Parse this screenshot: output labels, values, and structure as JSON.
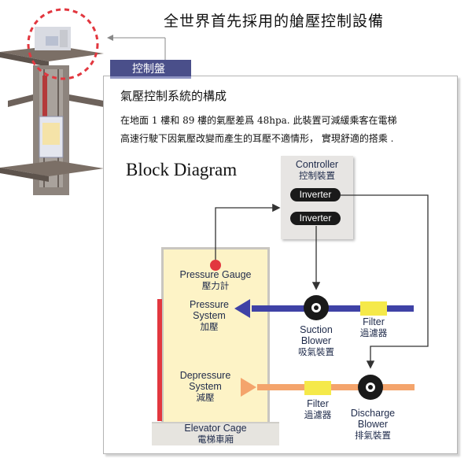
{
  "headline": "全世界首先採用的艙壓控制設備",
  "tag": "控制盤",
  "panel": {
    "title": "氣壓控制系統的構成",
    "description": [
      "在地面 1 樓和 89 樓的氣壓差爲 48hpa. 此裝置可減緩乘客在電梯",
      "高速行駛下因氣壓改變而產生的耳壓不適情形， 實現舒適的搭乘 ."
    ]
  },
  "diagram": {
    "title": "Block Diagram",
    "controller": {
      "en": "Controller",
      "cn": "控制裝置"
    },
    "inverters": [
      "Inverter",
      "Inverter"
    ],
    "pressure_gauge": {
      "en": "Pressure Gauge",
      "cn": "壓力計"
    },
    "pressure_system": {
      "en1": "Pressure",
      "en2": "System",
      "cn": "加壓"
    },
    "depressure_system": {
      "en1": "Depressure",
      "en2": "System",
      "cn": "減壓"
    },
    "suction_blower": {
      "en1": "Suction",
      "en2": "Blower",
      "cn": "吸氣裝置"
    },
    "filter_top": {
      "en": "Filter",
      "cn": "過濾器"
    },
    "filter_bottom": {
      "en": "Filter",
      "cn": "過濾器"
    },
    "discharge_blower": {
      "en1": "Discharge",
      "en2": "Blower",
      "cn": "排氣裝置"
    },
    "elevator_cage": {
      "en": "Elevator Cage",
      "cn": "電梯車廂"
    },
    "colors": {
      "pressure_line": "#3f42a6",
      "depressure_line": "#f4a46c",
      "filter": "#f5e94a",
      "cage": "#fdf3c6",
      "tag": "#4a4f8a",
      "gauge": "#e2373f"
    }
  }
}
